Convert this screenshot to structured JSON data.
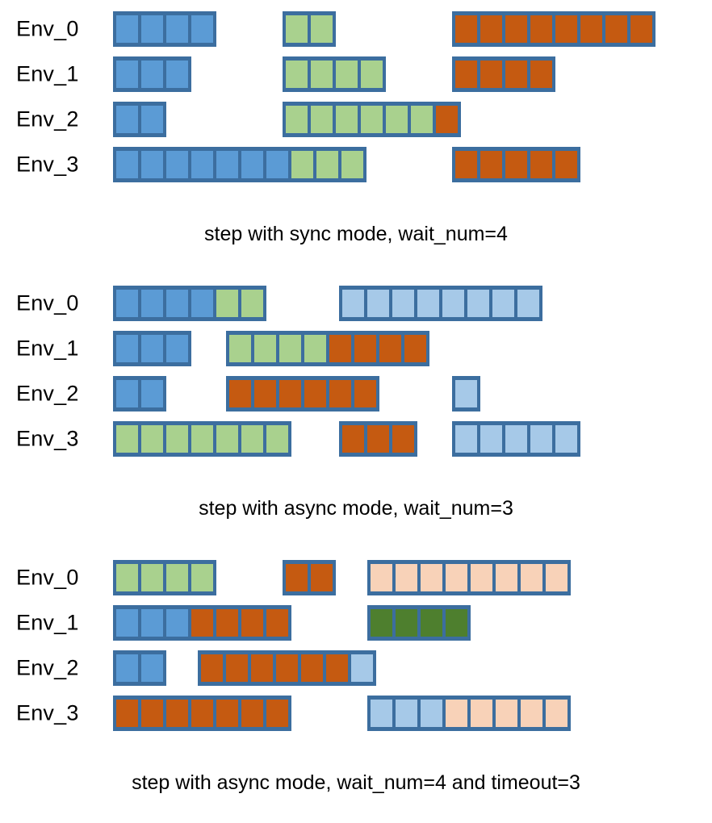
{
  "palette": {
    "frame": "#3C6E9F",
    "blue": "#5B9BD5",
    "light_blue": "#A6C9E8",
    "green": "#A9D18E",
    "dark_green": "#4E7F2E",
    "orange": "#C55A11",
    "peach": "#F8D2B8",
    "background": "#FFFFFF"
  },
  "sections": [
    {
      "name": "sync-mode",
      "caption": "step with sync mode, wait_num=4",
      "rows": [
        {
          "label": "Env_0",
          "blocks": [
            {
              "start": 0,
              "cells": [
                "blue",
                "blue",
                "blue",
                "blue"
              ]
            },
            {
              "start": 6,
              "cells": [
                "green",
                "green"
              ]
            },
            {
              "start": 12,
              "cells": [
                "orange",
                "orange",
                "orange",
                "orange",
                "orange",
                "orange",
                "orange",
                "orange"
              ]
            }
          ]
        },
        {
          "label": "Env_1",
          "blocks": [
            {
              "start": 0,
              "cells": [
                "blue",
                "blue",
                "blue"
              ]
            },
            {
              "start": 6,
              "cells": [
                "green",
                "green",
                "green",
                "green"
              ]
            },
            {
              "start": 12,
              "cells": [
                "orange",
                "orange",
                "orange",
                "orange"
              ]
            }
          ]
        },
        {
          "label": "Env_2",
          "blocks": [
            {
              "start": 0,
              "cells": [
                "blue",
                "blue"
              ]
            },
            {
              "start": 6,
              "cells": [
                "green",
                "green",
                "green",
                "green",
                "green",
                "green",
                "orange"
              ]
            }
          ]
        },
        {
          "label": "Env_3",
          "blocks": [
            {
              "start": 0,
              "cells": [
                "blue",
                "blue",
                "blue",
                "blue",
                "blue",
                "blue",
                "blue",
                "green",
                "green",
                "green"
              ]
            },
            {
              "start": 12,
              "cells": [
                "orange",
                "orange",
                "orange",
                "orange",
                "orange"
              ]
            }
          ]
        }
      ]
    },
    {
      "name": "async-mode-wait3",
      "caption": "step with async mode, wait_num=3",
      "rows": [
        {
          "label": "Env_0",
          "blocks": [
            {
              "start": 0,
              "cells": [
                "blue",
                "blue",
                "blue",
                "blue",
                "green",
                "green"
              ]
            },
            {
              "start": 8,
              "cells": [
                "light_blue",
                "light_blue",
                "light_blue",
                "light_blue",
                "light_blue",
                "light_blue",
                "light_blue",
                "light_blue"
              ]
            }
          ]
        },
        {
          "label": "Env_1",
          "blocks": [
            {
              "start": 0,
              "cells": [
                "blue",
                "blue",
                "blue"
              ]
            },
            {
              "start": 4,
              "cells": [
                "green",
                "green",
                "green",
                "green",
                "orange",
                "orange",
                "orange",
                "orange"
              ]
            }
          ]
        },
        {
          "label": "Env_2",
          "blocks": [
            {
              "start": 0,
              "cells": [
                "blue",
                "blue"
              ]
            },
            {
              "start": 4,
              "cells": [
                "orange",
                "orange",
                "orange",
                "orange",
                "orange",
                "orange"
              ]
            },
            {
              "start": 12,
              "cells": [
                "light_blue"
              ]
            }
          ]
        },
        {
          "label": "Env_3",
          "blocks": [
            {
              "start": 0,
              "cells": [
                "green",
                "green",
                "green",
                "green",
                "green",
                "green",
                "green"
              ]
            },
            {
              "start": 8,
              "cells": [
                "orange",
                "orange",
                "orange"
              ]
            },
            {
              "start": 12,
              "cells": [
                "light_blue",
                "light_blue",
                "light_blue",
                "light_blue",
                "light_blue"
              ]
            }
          ]
        }
      ]
    },
    {
      "name": "async-mode-wait4-timeout3",
      "caption": "step with async mode, wait_num=4 and timeout=3",
      "rows": [
        {
          "label": "Env_0",
          "blocks": [
            {
              "start": 0,
              "cells": [
                "green",
                "green",
                "green",
                "green"
              ]
            },
            {
              "start": 6,
              "cells": [
                "orange",
                "orange"
              ]
            },
            {
              "start": 9,
              "cells": [
                "peach",
                "peach",
                "peach",
                "peach",
                "peach",
                "peach",
                "peach",
                "peach"
              ]
            }
          ]
        },
        {
          "label": "Env_1",
          "blocks": [
            {
              "start": 0,
              "cells": [
                "blue",
                "blue",
                "blue",
                "orange",
                "orange",
                "orange",
                "orange"
              ]
            },
            {
              "start": 9,
              "cells": [
                "dark_green",
                "dark_green",
                "dark_green",
                "dark_green"
              ]
            }
          ]
        },
        {
          "label": "Env_2",
          "blocks": [
            {
              "start": 0,
              "cells": [
                "blue",
                "blue"
              ]
            },
            {
              "start": 3,
              "cells": [
                "orange",
                "orange",
                "orange",
                "orange",
                "orange",
                "orange",
                "light_blue"
              ]
            }
          ]
        },
        {
          "label": "Env_3",
          "blocks": [
            {
              "start": 0,
              "cells": [
                "orange",
                "orange",
                "orange",
                "orange",
                "orange",
                "orange",
                "orange"
              ]
            },
            {
              "start": 9,
              "cells": [
                "light_blue",
                "light_blue",
                "light_blue",
                "peach",
                "peach",
                "peach",
                "peach",
                "peach"
              ]
            }
          ]
        }
      ]
    }
  ]
}
